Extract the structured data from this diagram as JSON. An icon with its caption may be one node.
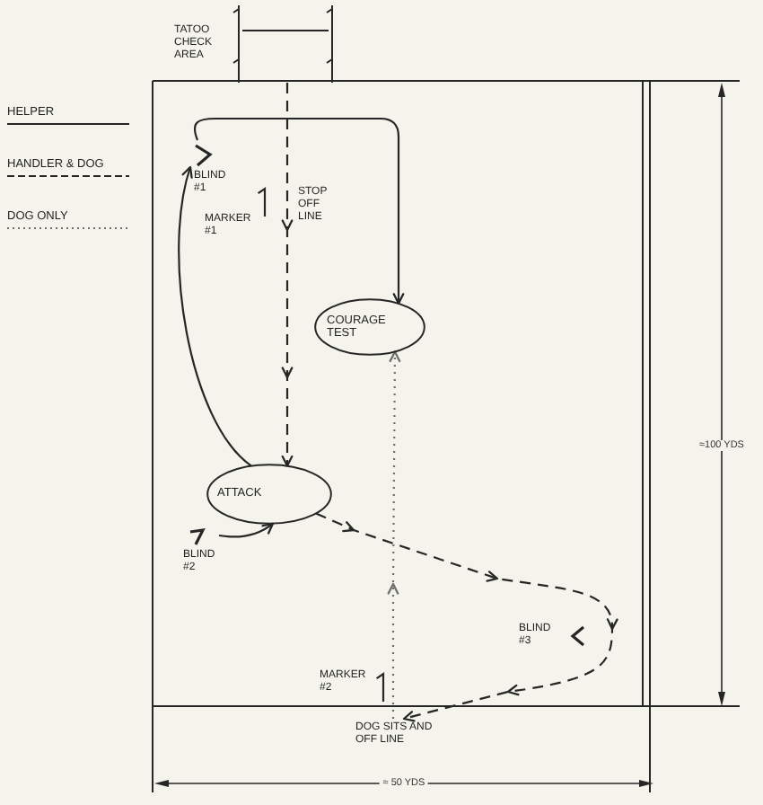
{
  "diagram": {
    "nodes": [
      {
        "text": [
          "TATOO CHECK AREA"
        ]
      },
      {
        "text": [
          "BLIND #1"
        ]
      },
      {
        "text": [
          "COURAGE TEST"
        ]
      },
      {
        "text": [
          "ATTACK"
        ]
      },
      {
        "text": [
          "BLIND #2"
        ]
      },
      {
        "text": [
          "BLIND #3"
        ]
      },
      {
        "text": [
          "DOG SITS AND OFF LINE"
        ]
      }
    ],
    "edges": [
      {
        "from": 0,
        "to": 3,
        "arrow": "to",
        "style": "dashed"
      },
      {
        "from": 1,
        "to": 2,
        "arrow": "to"
      },
      {
        "from": 4,
        "to": 3,
        "arrow": "to"
      },
      {
        "from": 3,
        "to": 1,
        "arrow": "to"
      },
      {
        "from": 3,
        "to": 6,
        "arrow": "to",
        "style": "dashed"
      },
      {
        "from": 6,
        "to": 2,
        "arrow": "to",
        "style": "dashed",
        "color": "#6d6d6d"
      }
    ],
    "labels": [
      "STOP OFF LINE",
      "MARKER #1",
      "≈100 YDS",
      "MARKER #2",
      "≈ 50 YDS"
    ],
    "legend": [
      {
        "text": "HELPER"
      },
      {
        "text": "HANDLER & DOG"
      },
      {
        "text": "DOG ONLY"
      }
    ]
  }
}
